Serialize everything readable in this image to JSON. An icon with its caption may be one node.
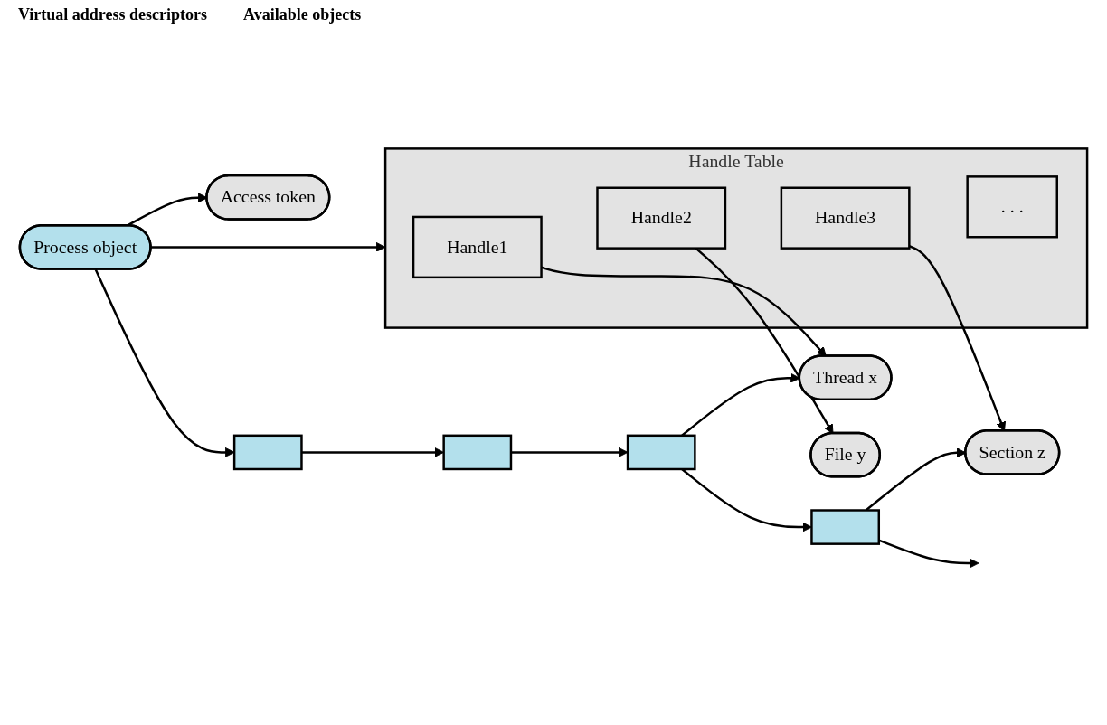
{
  "diagram": {
    "nodes": [
      {
        "text": [
          "Process object"
        ]
      },
      {
        "text": [
          "Access token"
        ]
      },
      {
        "text": [],
        "shape": "box"
      },
      {
        "text": [],
        "shape": "box"
      },
      {
        "text": [],
        "shape": "box"
      },
      {
        "text": [],
        "shape": "box"
      },
      {
        "text": [
          "Handle Table"
        ]
      },
      {
        "text": [
          "Handle1"
        ],
        "in": 6
      },
      {
        "text": [
          "Handle2"
        ],
        "in": 6
      },
      {
        "text": [
          "Handle3"
        ],
        "in": 6
      },
      {
        "text": [
          ". . ."
        ],
        "in": 6
      },
      {
        "text": [
          "Thread x"
        ]
      },
      {
        "text": [
          "File y"
        ]
      },
      {
        "text": [
          "Section z"
        ]
      }
    ],
    "edges": [
      {
        "from": 0,
        "to": 1,
        "arrow": "to"
      },
      {
        "from": 0,
        "to": 2,
        "arrow": "to"
      },
      {
        "from": 2,
        "to": 3,
        "arrow": "to"
      },
      {
        "from": 3,
        "to": 4,
        "arrow": "to"
      },
      {
        "from": 4,
        "to": 5,
        "arrow": "to"
      },
      {
        "from": 5,
        "to": null,
        "arrow": "to"
      },
      {
        "from": 0,
        "to": 6,
        "arrow": "to"
      },
      {
        "from": 7,
        "to": 11,
        "arrow": "to"
      },
      {
        "from": 8,
        "to": 12,
        "arrow": "to"
      },
      {
        "from": 9,
        "to": 13,
        "arrow": "to"
      },
      {
        "from": 4,
        "to": 11,
        "arrow": "to"
      },
      {
        "from": 5,
        "to": 13,
        "arrow": "to"
      }
    ],
    "labels": [
      "Virtual address descriptors",
      "Available objects"
    ]
  }
}
